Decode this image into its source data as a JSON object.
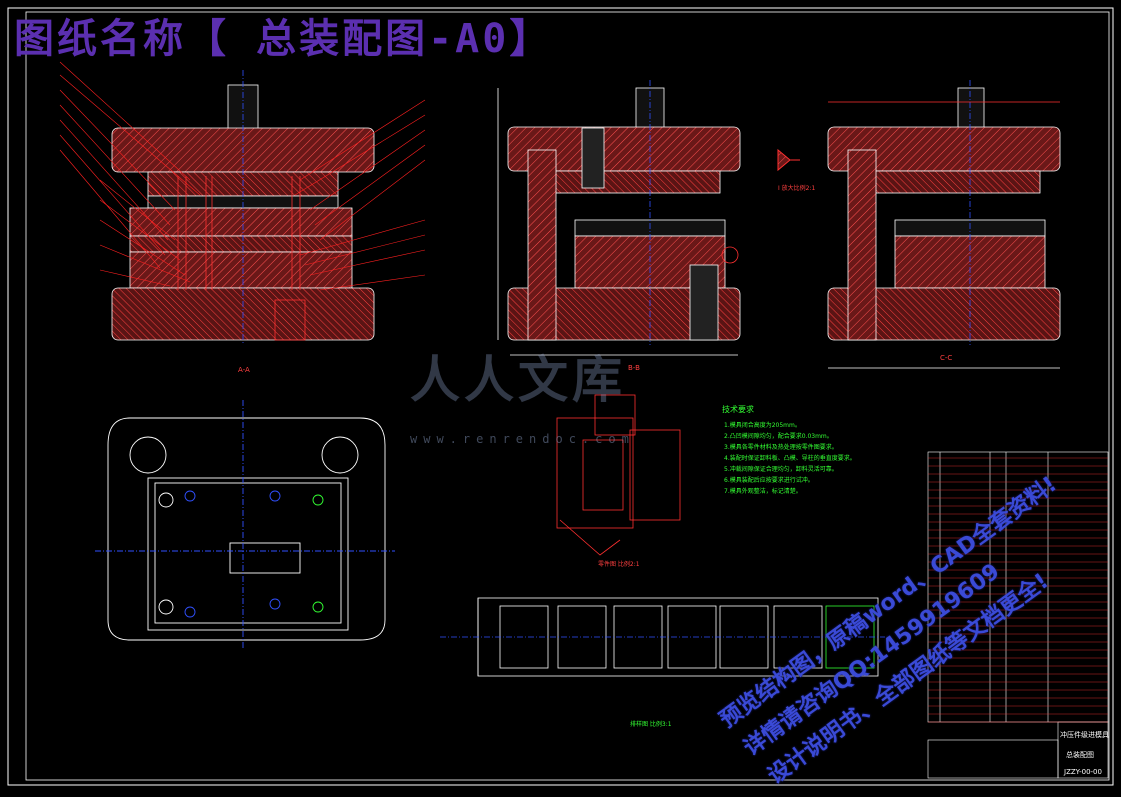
{
  "drawing": {
    "title": "图纸名称【 总装配图-A0】",
    "watermark_logo": "人人文库",
    "watermark_url": "www.renrendoc.com",
    "promo_lines": [
      "预览结构图，原稿word、CAD全套资料!",
      "详情请咨询QQ:1459919609",
      "设计说明书、全部图纸等文档更全!"
    ],
    "view_labels": [
      "A-A",
      "B-B",
      "C-C",
      "I 放大比例2:1",
      "排样图 比例3:1",
      "零件图 比例2:1"
    ],
    "notes_title": "技术要求",
    "notes": [
      "1.模具闭合高度为205mm。",
      "2.凸凹模间隙均匀，配合要求0.03mm。",
      "3.模具各零件材料及热处理按零件图要求。",
      "4.装配时保证卸料板、凸模、导柱的垂直度要求。",
      "5.冲裁间隙保证合理均匀，卸料灵活可靠。",
      "6.模具装配后应按要求进行试冲。",
      "7.模具外观整洁，标记清楚。"
    ],
    "title_block": {
      "name": "冲压件级进模具",
      "drawing": "总装配图",
      "code": "JZZY-00-00"
    }
  }
}
